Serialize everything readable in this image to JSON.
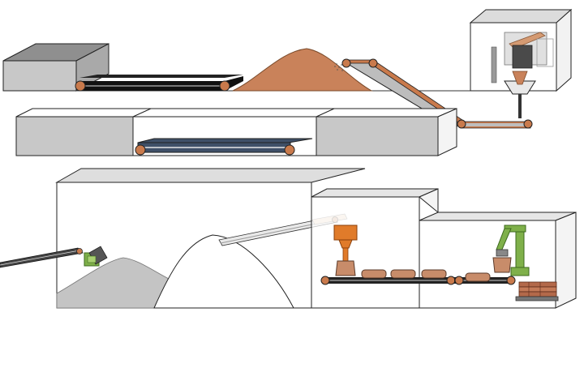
{
  "diagram": {
    "kind": "process-illustration",
    "text_labels": [],
    "colors": {
      "outline": "#222222",
      "box_face_grey": "#c8c8c8",
      "box_top_grey": "#8f8f8f",
      "stockpile_orange": "#c9825a",
      "stockpile_grey": "#c4c4c4",
      "belt_black": "#111111",
      "belt_blue": "#3f5068",
      "roller_orange": "#c97a4c",
      "hopper_orange": "#e07b2a",
      "machine_green": "#7fb04a",
      "bag_brown": "#c88c6a",
      "pallet_brown": "#b3694a"
    },
    "icons": [
      "warehouse-box",
      "conveyor-belt",
      "stockpile",
      "bagging-hopper",
      "palletizer-robot",
      "pallet-stack",
      "crusher-machine"
    ]
  }
}
